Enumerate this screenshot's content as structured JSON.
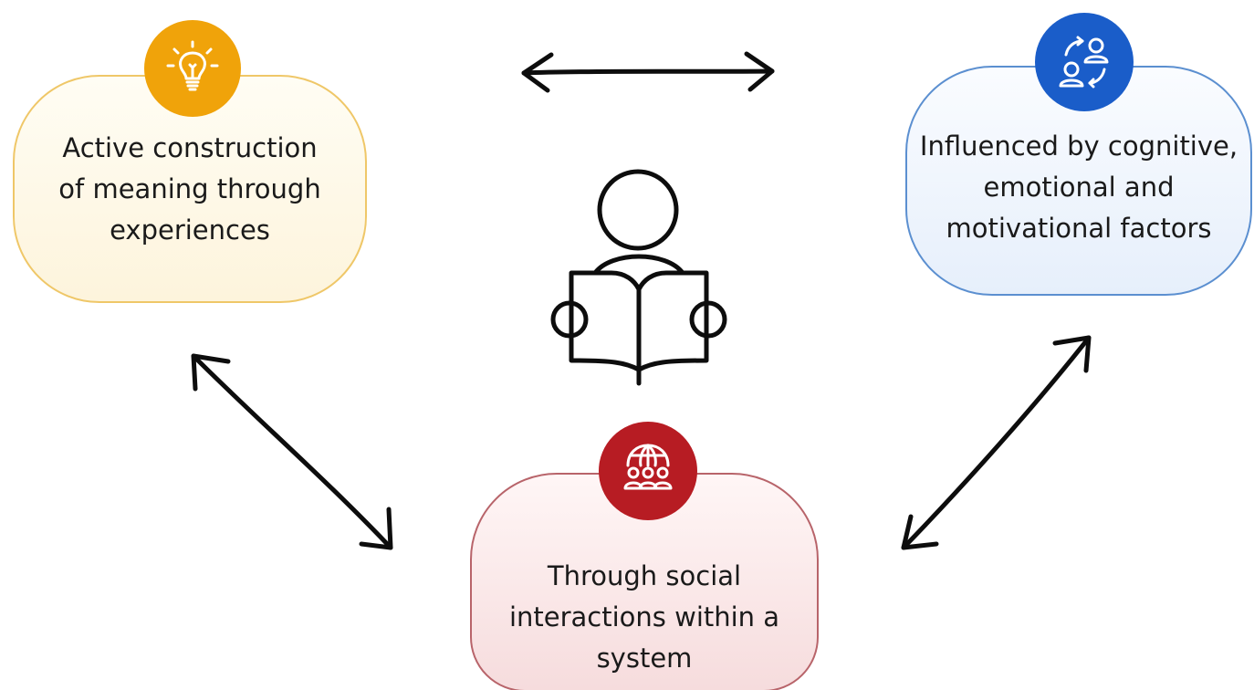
{
  "nodes": {
    "active": {
      "text": "Active construction\nof meaning through\nexperiences",
      "icon": "lightbulb-icon",
      "color": "#f0a30a"
    },
    "influenced": {
      "text": "Influenced by cognitive,\nemotional and\nmotivational factors",
      "icon": "people-exchange-icon",
      "color": "#1a5dc9"
    },
    "social": {
      "text": "Through social\ninteractions within a\nsystem",
      "icon": "globe-people-icon",
      "color": "#b71c23"
    }
  },
  "center": {
    "icon": "person-reading-book-icon"
  }
}
